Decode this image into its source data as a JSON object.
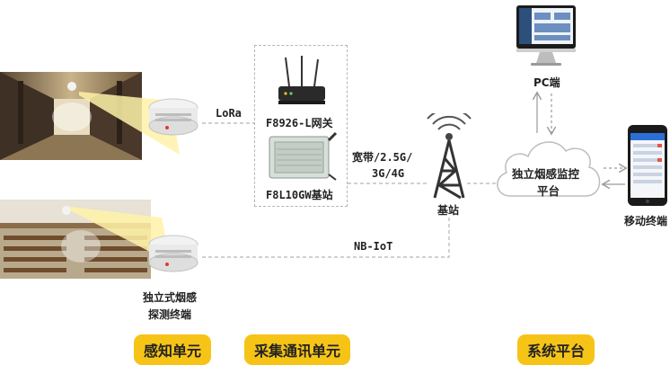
{
  "colors": {
    "accent_yellow": "#f6c417",
    "dashed_line": "#b5b5b5",
    "arrow_gray": "#9a9a9a",
    "beam_yellow": "#fff2a8"
  },
  "perception": {
    "detector_label_line1": "独立式烟感",
    "detector_label_line2": "探测终端"
  },
  "links": {
    "lora": "LoRa",
    "broadband_line1": "宽带/2.5G/",
    "broadband_line2": "3G/4G",
    "nbiot": "NB-IoT"
  },
  "gateway_box": {
    "gateway_label": "F8926-L网关",
    "basestation_label": "F8L10GW基站"
  },
  "tower": {
    "label": "基站"
  },
  "cloud": {
    "line1": "独立烟感监控",
    "line2": "平台"
  },
  "pc": {
    "label": "PC端"
  },
  "mobile": {
    "label": "移动终端"
  },
  "categories": {
    "sensing": "感知单元",
    "collection": "采集通讯单元",
    "system": "系统平台"
  }
}
